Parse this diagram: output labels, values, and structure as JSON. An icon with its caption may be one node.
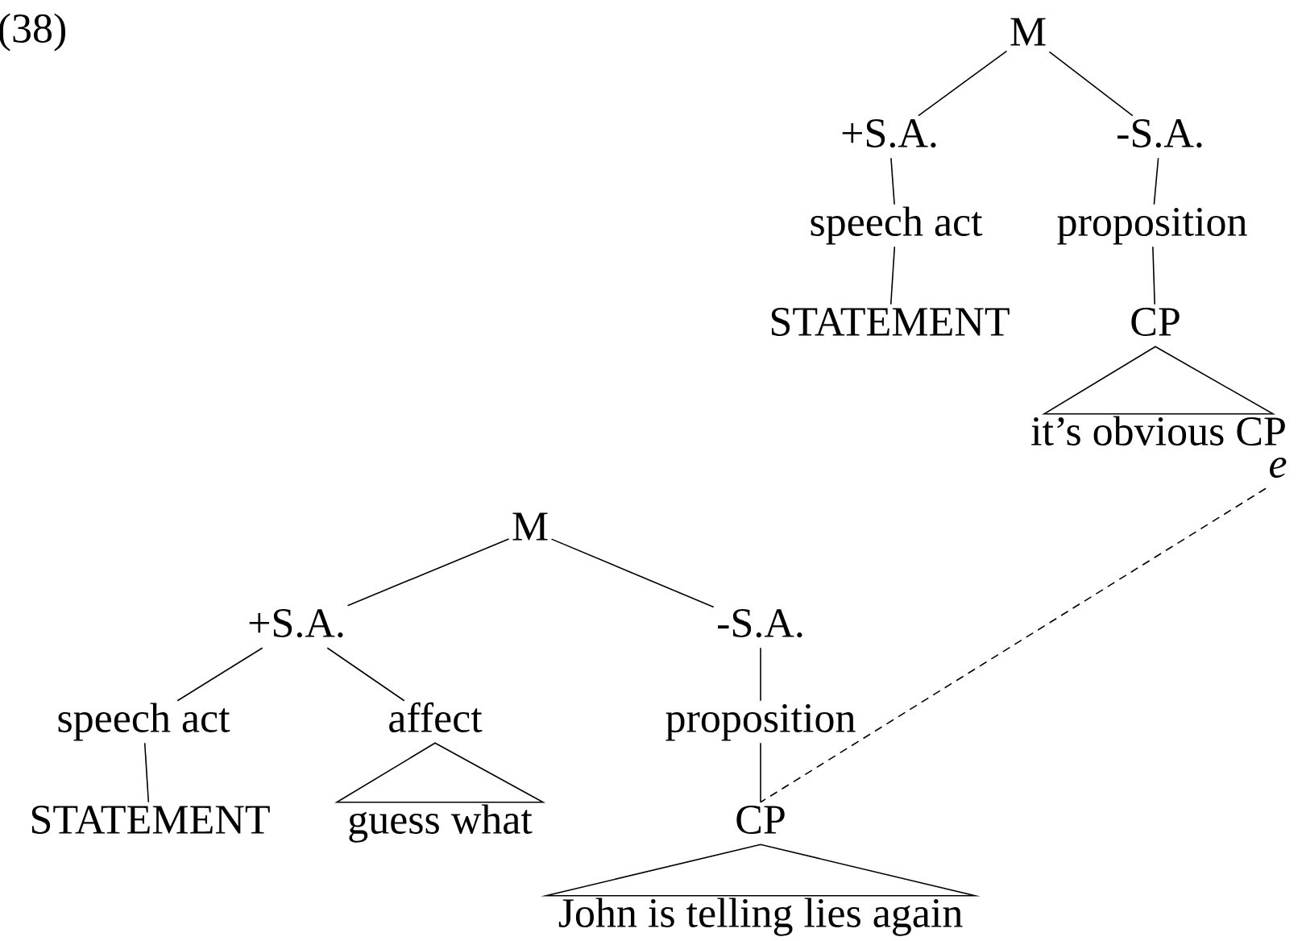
{
  "diagram": {
    "nodes": [
      {
        "text": [
          "M"
        ]
      },
      {
        "text": [
          "+S.A."
        ]
      },
      {
        "text": [
          "-S.A."
        ]
      },
      {
        "text": [
          "speech act"
        ]
      },
      {
        "text": [
          "proposition"
        ]
      },
      {
        "text": [
          "STATEMENT"
        ]
      },
      {
        "text": [
          "CP"
        ]
      },
      {
        "text": [
          "it’s obvious CP"
        ]
      },
      {
        "text": [
          "e"
        ]
      },
      {
        "text": [
          "M"
        ]
      },
      {
        "text": [
          "+S.A."
        ]
      },
      {
        "text": [
          "-S.A."
        ]
      },
      {
        "text": [
          "speech act"
        ]
      },
      {
        "text": [
          "affect"
        ]
      },
      {
        "text": [
          "proposition"
        ]
      },
      {
        "text": [
          "STATEMENT"
        ]
      },
      {
        "text": [
          "guess what"
        ]
      },
      {
        "text": [
          "CP"
        ]
      },
      {
        "text": [
          "John is telling lies again"
        ]
      }
    ],
    "edges": [
      {
        "from": 0,
        "to": 1,
        "arrow": "none"
      },
      {
        "from": 0,
        "to": 2,
        "arrow": "none"
      },
      {
        "from": 1,
        "to": 3,
        "arrow": "none"
      },
      {
        "from": 2,
        "to": 4,
        "arrow": "none"
      },
      {
        "from": 3,
        "to": 5,
        "arrow": "none"
      },
      {
        "from": 4,
        "to": 6,
        "arrow": "none"
      },
      {
        "from": 6,
        "to": 7,
        "arrow": "none"
      },
      {
        "from": 9,
        "to": 10,
        "arrow": "none"
      },
      {
        "from": 9,
        "to": 11,
        "arrow": "none"
      },
      {
        "from": 10,
        "to": 12,
        "arrow": "none"
      },
      {
        "from": 10,
        "to": 13,
        "arrow": "none"
      },
      {
        "from": 11,
        "to": 14,
        "arrow": "none"
      },
      {
        "from": 12,
        "to": 15,
        "arrow": "none"
      },
      {
        "from": 13,
        "to": 16,
        "arrow": "none"
      },
      {
        "from": 14,
        "to": 17,
        "arrow": "none"
      },
      {
        "from": 17,
        "to": 18,
        "arrow": "none"
      },
      {
        "from": 8,
        "to": 17,
        "arrow": "none",
        "style": "dashed"
      }
    ],
    "labels": [
      "(38)"
    ]
  }
}
